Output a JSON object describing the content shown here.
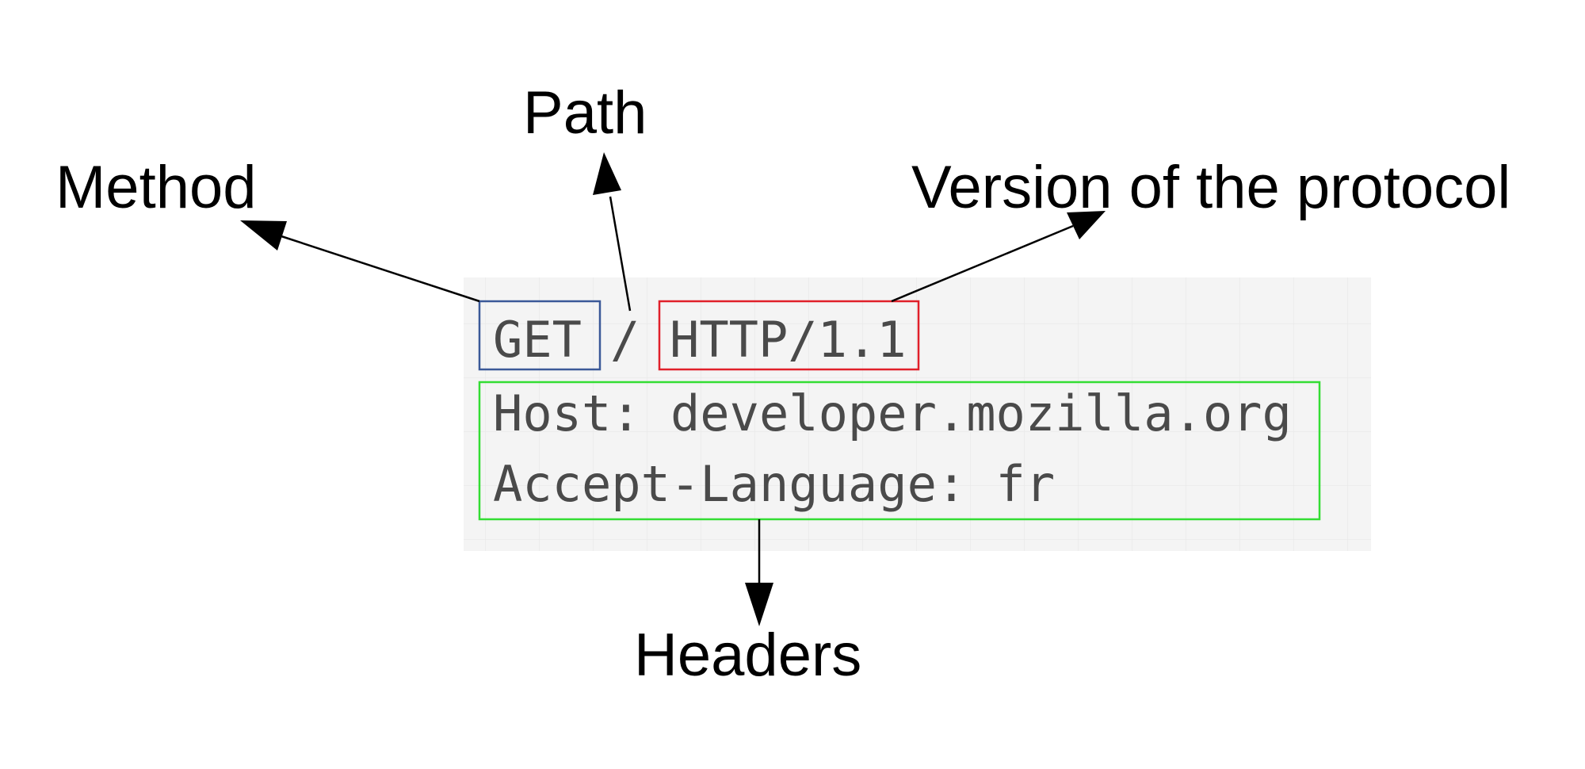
{
  "labels": {
    "method": "Method",
    "path": "Path",
    "version": "Version of the protocol",
    "headers": "Headers"
  },
  "request": {
    "method": "GET",
    "path": "/",
    "version": "HTTP/1.1",
    "header_lines": [
      "Host: developer.mozilla.org",
      "Accept-Language: fr"
    ]
  },
  "colors": {
    "method_box": "#3b5998",
    "version_box": "#e0202a",
    "headers_box": "#33dd33",
    "code_background": "#f4f4f4",
    "code_text": "#4a4a4a",
    "arrow": "#000000"
  }
}
